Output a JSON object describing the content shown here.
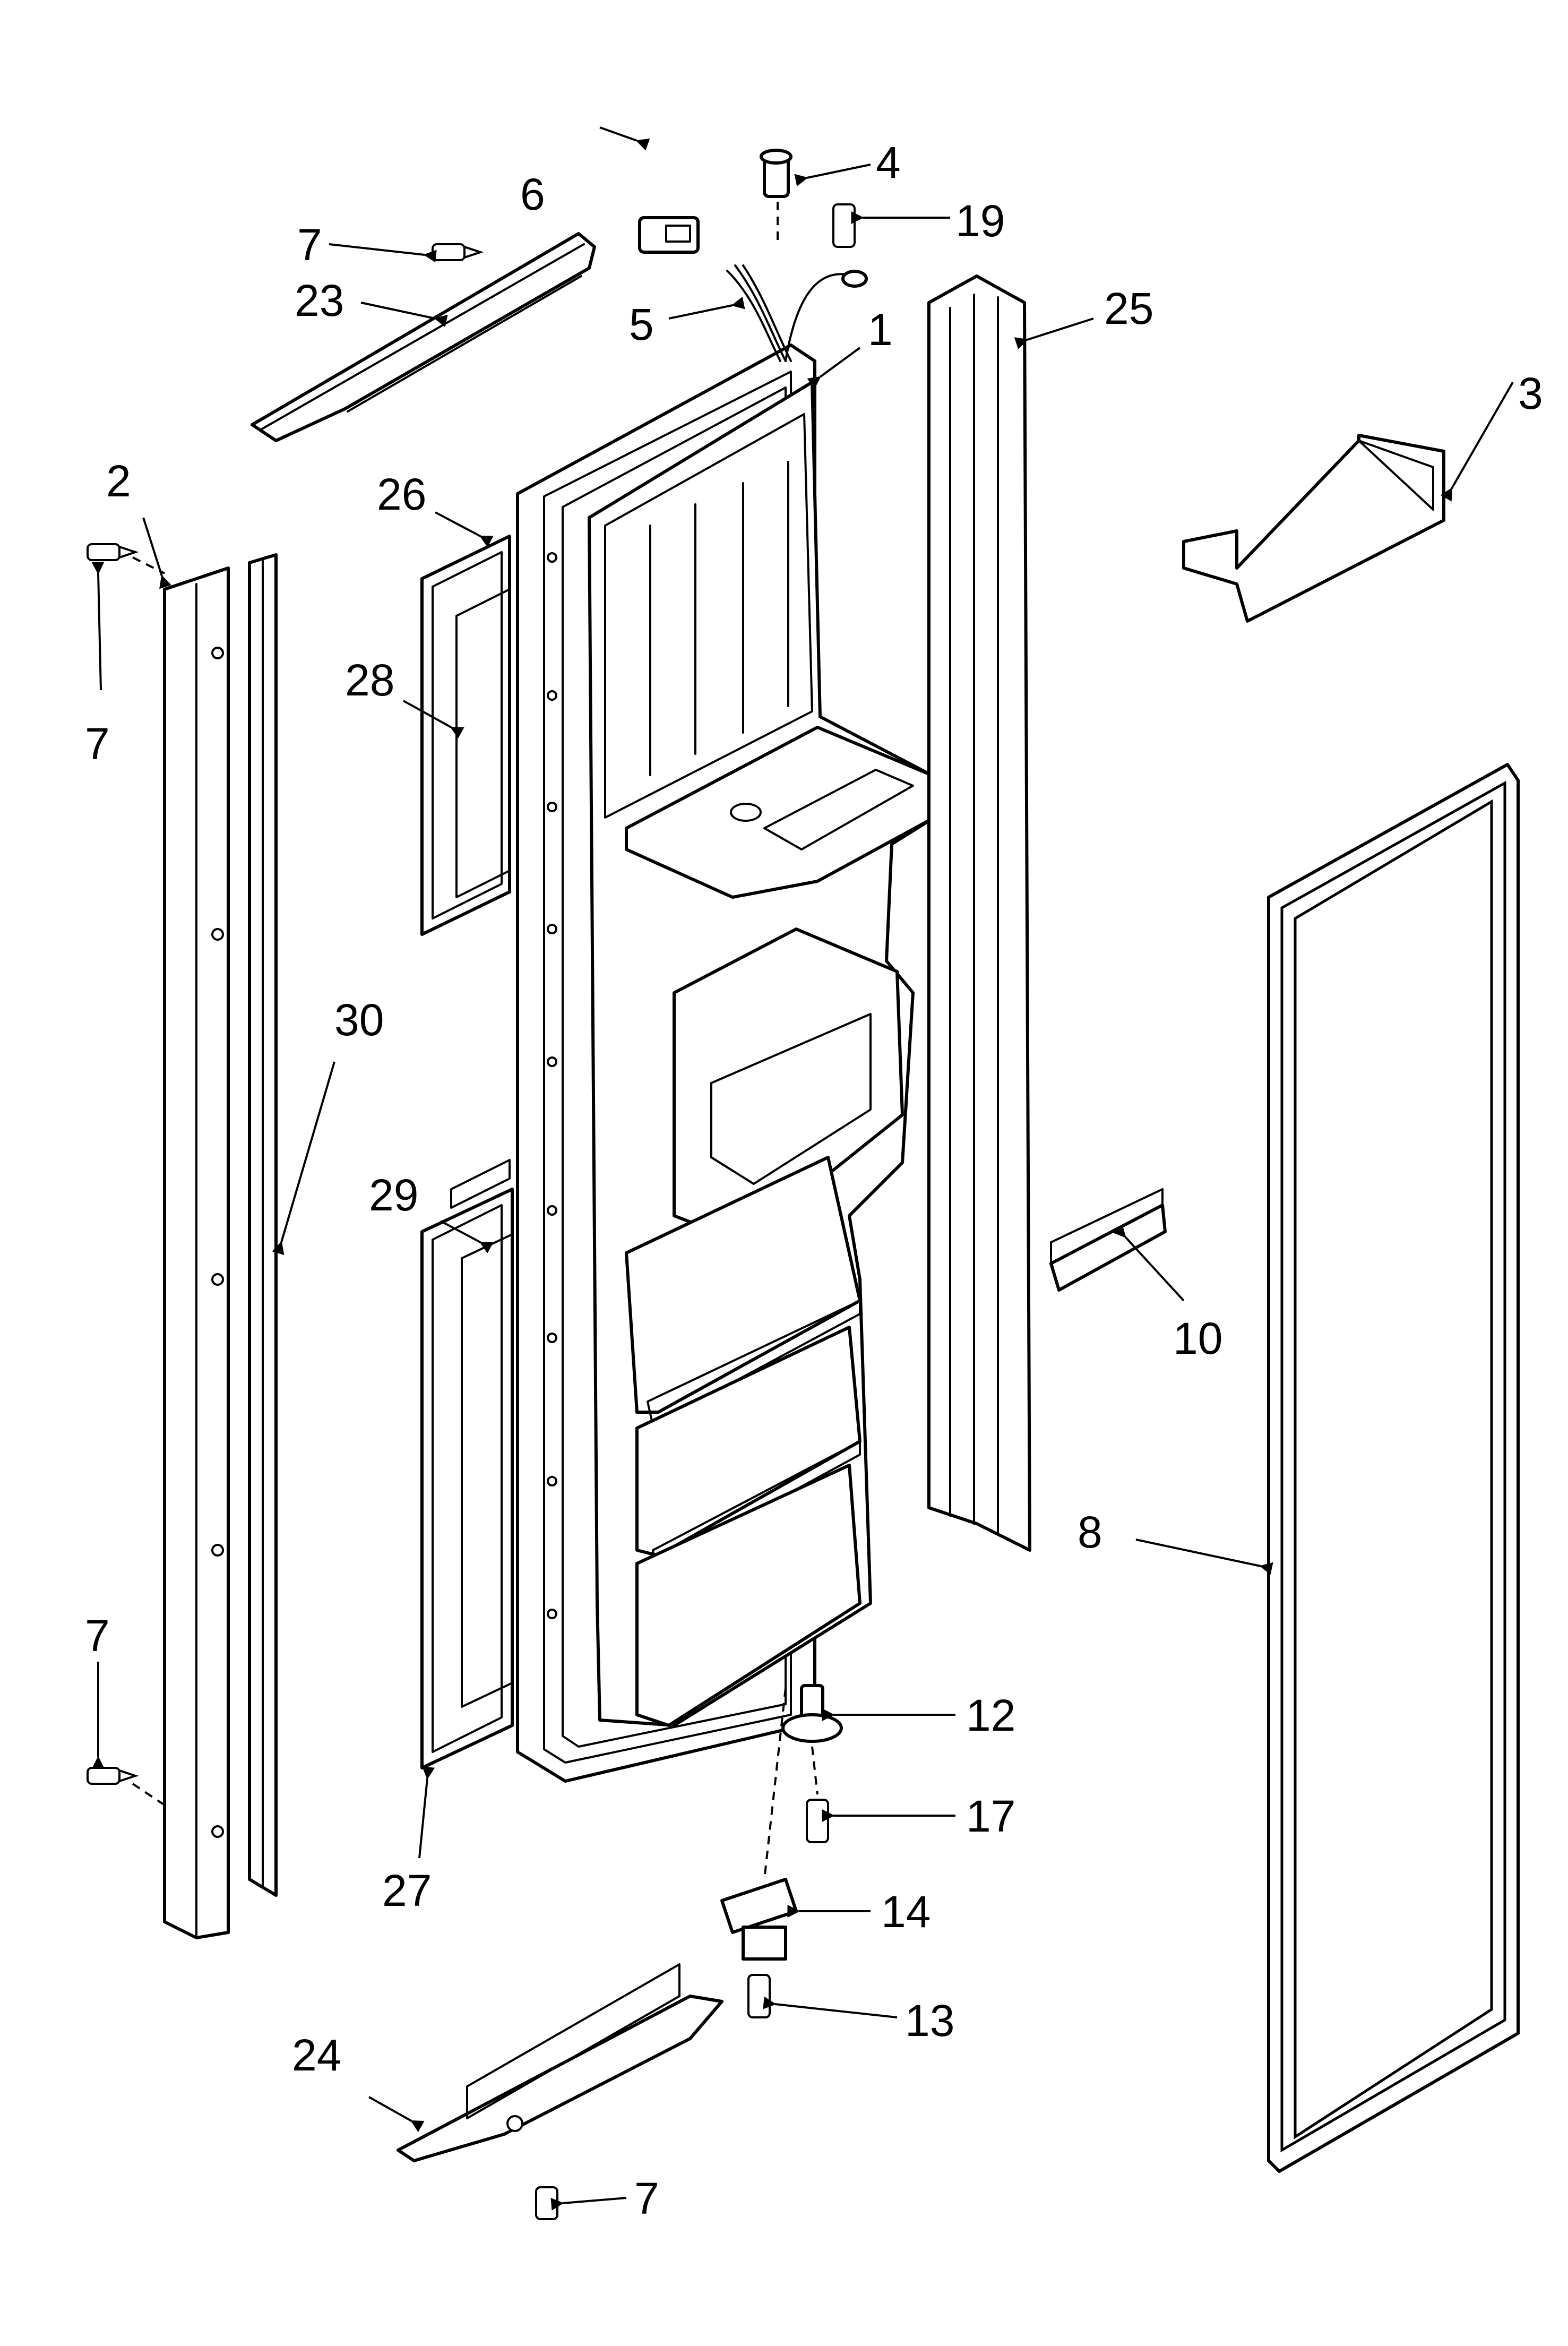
{
  "callouts": {
    "c1": "1",
    "c2": "2",
    "c3": "3",
    "c4": "4",
    "c5": "5",
    "c6": "6",
    "c7a": "7",
    "c7b": "7",
    "c7c": "7",
    "c7d": "7",
    "c8": "8",
    "c10": "10",
    "c12": "12",
    "c13": "13",
    "c14": "14",
    "c17": "17",
    "c19": "19",
    "c23": "23",
    "c24": "24",
    "c25": "25",
    "c26": "26",
    "c27": "27",
    "c28": "28",
    "c29": "29",
    "c30": "30"
  }
}
